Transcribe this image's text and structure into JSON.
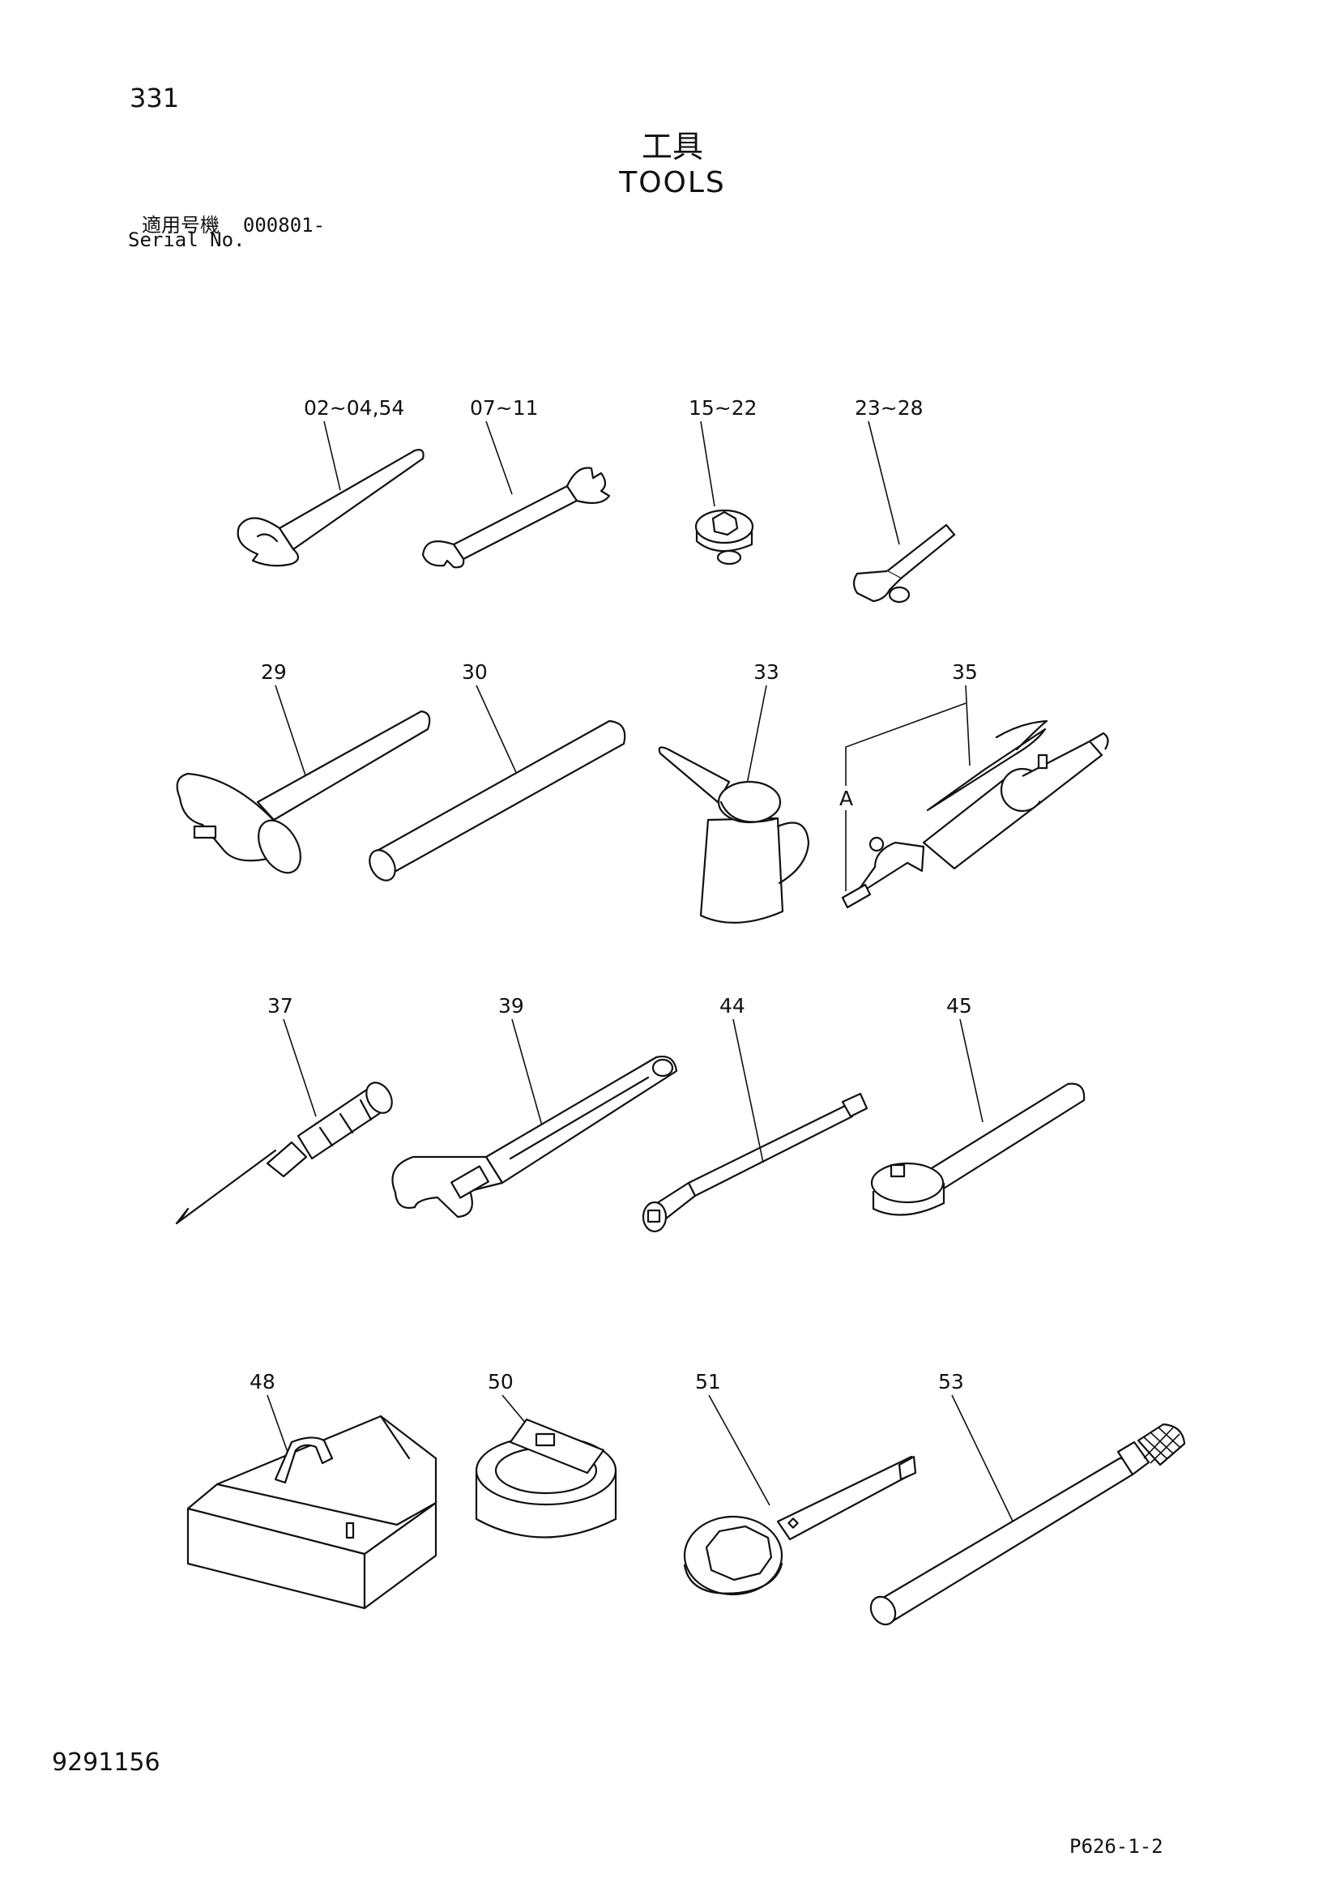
{
  "header": {
    "page_number": "331",
    "title_jp": "工具",
    "title_en": "TOOLS",
    "serial_label_jp": "適用号機",
    "serial_value": "000801-",
    "serial_label_en": "Serial No."
  },
  "callouts": {
    "c1": "02~04,54",
    "c2": "07~11",
    "c3": "15~22",
    "c4": "23~28",
    "c5": "29",
    "c6": "30",
    "c7": "33",
    "c8": "35",
    "c8a": "A",
    "c9": "37",
    "c10": "39",
    "c11": "44",
    "c12": "45",
    "c13": "48",
    "c14": "50",
    "c15": "51",
    "c16": "53"
  },
  "footer": {
    "doc_number": "9291156",
    "page_code": "P626-1-2"
  },
  "icons": [
    "open-end-wrench-icon",
    "double-open-end-wrench-icon",
    "socket-icon",
    "hex-key-icon",
    "hammer-icon",
    "pipe-icon",
    "oil-can-icon",
    "grease-gun-icon",
    "screwdriver-icon",
    "adjustable-wrench-icon",
    "extension-bar-icon",
    "ratchet-handle-icon",
    "tool-box-icon",
    "filter-wrench-icon",
    "ring-spanner-icon",
    "bar-with-knurled-grip-icon"
  ]
}
